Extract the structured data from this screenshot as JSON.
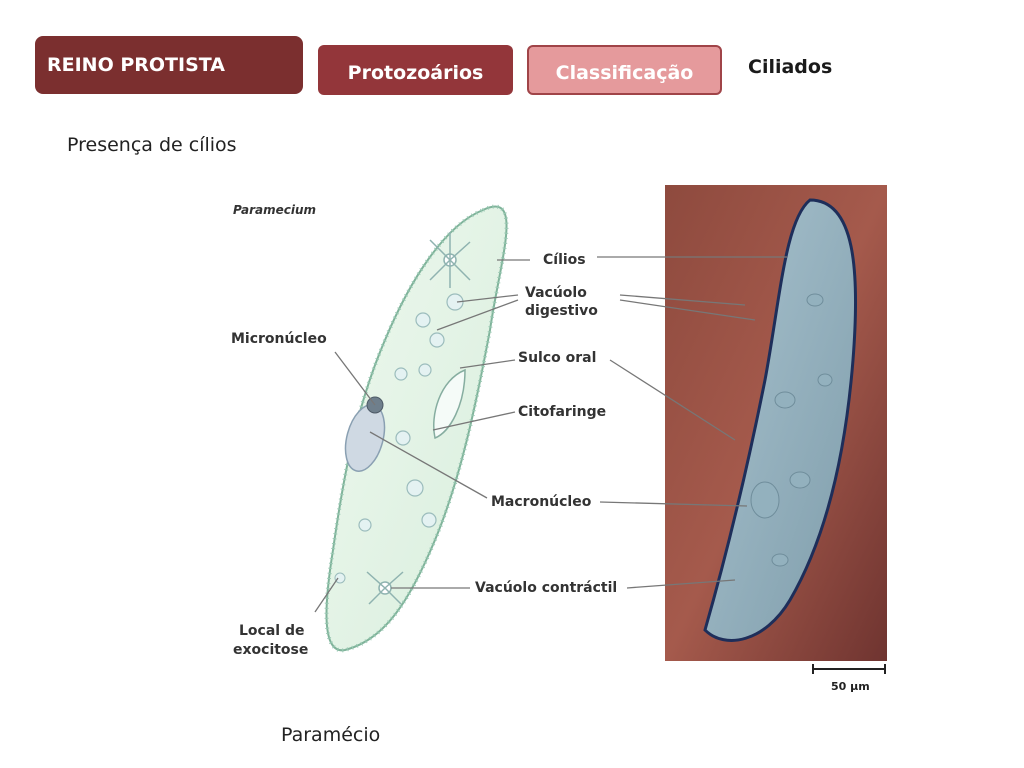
{
  "nav": {
    "reino": "REINO PROTISTA",
    "protozoarios": "Protozoários",
    "classificacao": "Classificação",
    "ciliados": "Ciliados"
  },
  "subtitle": "Presença de cílios",
  "caption": "Paramécio",
  "figure": {
    "title": "Paramecium",
    "labels": {
      "cilios": "Cílios",
      "vacuolo_digestivo_1": "Vacúolo",
      "vacuolo_digestivo_2": "digestivo",
      "micronucleo": "Micronúcleo",
      "sulco_oral": "Sulco oral",
      "citofaringe": "Citofaringe",
      "macronucleo": "Macronúcleo",
      "vacuolo_contractil": "Vacúolo contráctil",
      "local_exocitose_1": "Local de",
      "local_exocitose_2": "exocitose"
    },
    "scale_bar": "50 µm"
  }
}
